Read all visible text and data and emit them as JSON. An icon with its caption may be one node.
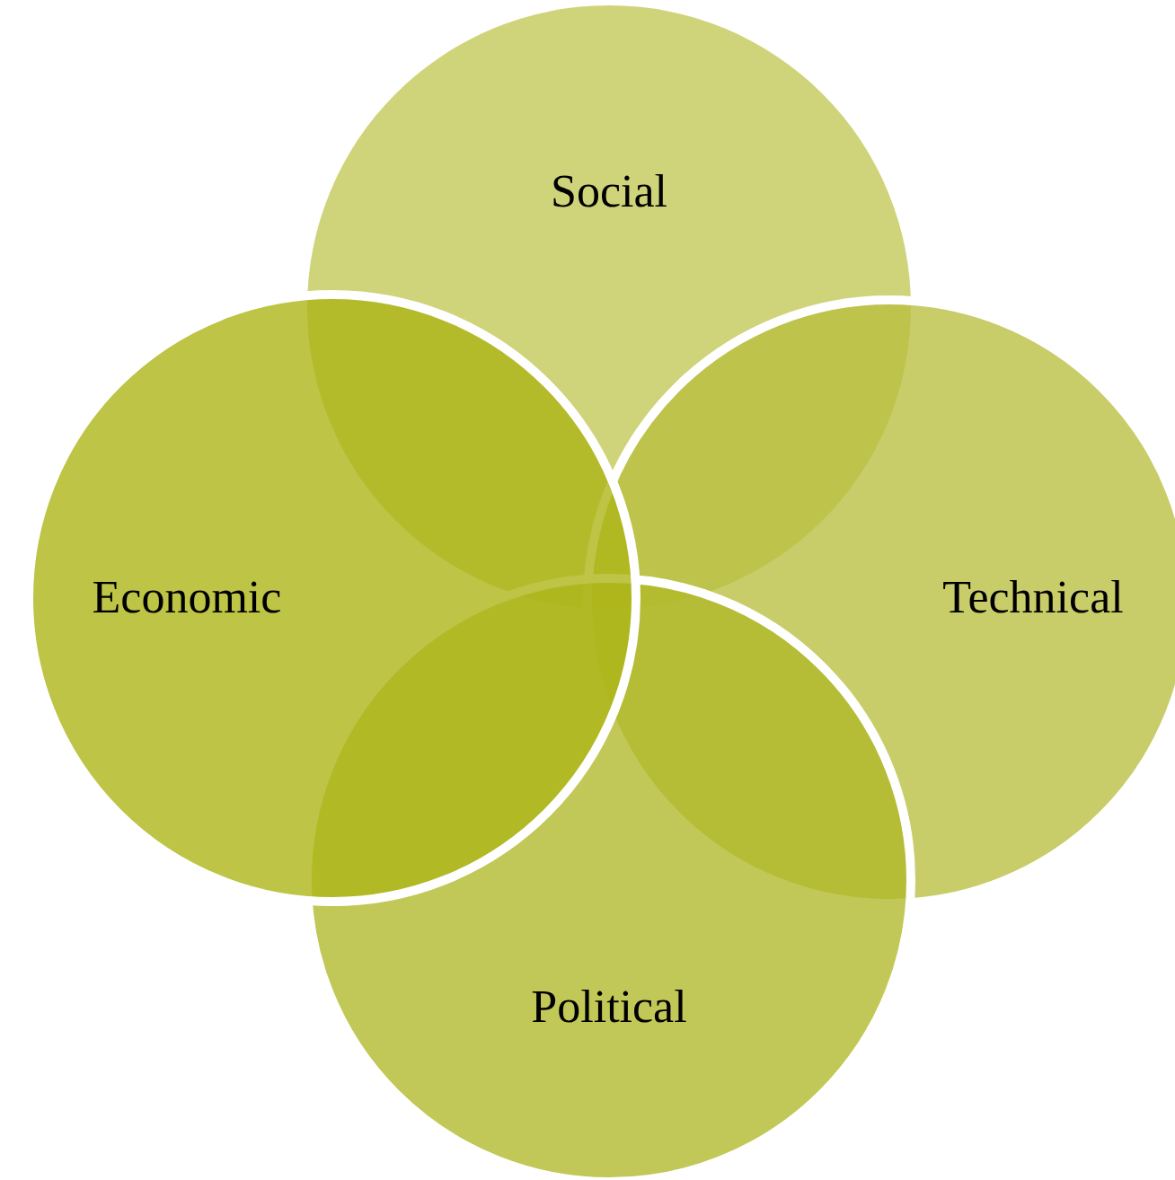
{
  "diagram": {
    "nodes": [
      {
        "text": [
          "Social"
        ]
      },
      {
        "text": [
          "Technical"
        ]
      },
      {
        "text": [
          "Political"
        ]
      },
      {
        "text": [
          "Economic"
        ]
      }
    ],
    "edges": []
  }
}
